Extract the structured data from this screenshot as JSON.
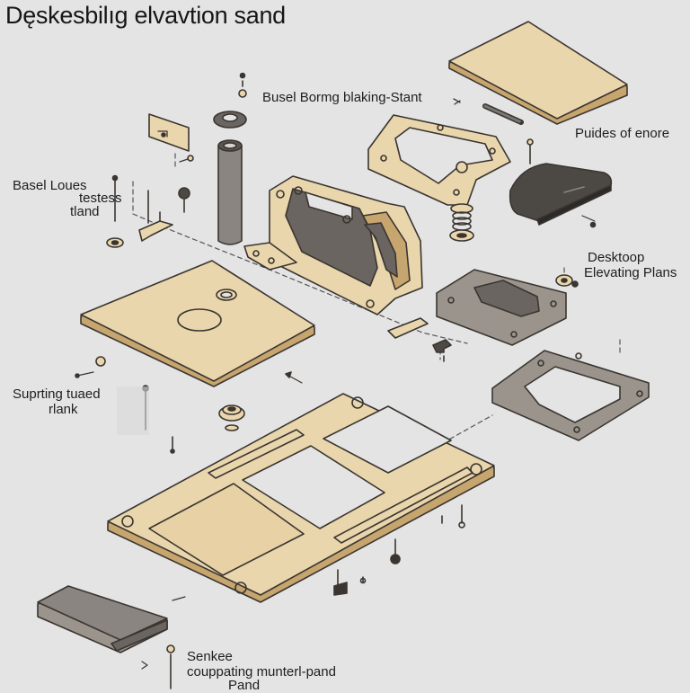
{
  "title": "Dęskesbilıg elvavtion sand",
  "labels": {
    "basel_borng": "Busel Bormg blaking-Stant",
    "puides": "Puides of enore",
    "basel_loues": [
      "Basel Loues",
      "testess",
      "tland"
    ],
    "desktoop": [
      "Desktoop",
      "Elevating Plans"
    ],
    "suprting": [
      "Suprting tuaed",
      "rlank"
    ],
    "senkee": [
      "Senkee",
      "couppating  munterl-pand",
      "Pand"
    ]
  },
  "colors": {
    "background": "#e4e4e4",
    "wood": "#ead6ad",
    "wood_edge": "#c7a56e",
    "outline": "#3a3530",
    "gray_part": "#9a948c",
    "dark_part": "#4c4844"
  }
}
